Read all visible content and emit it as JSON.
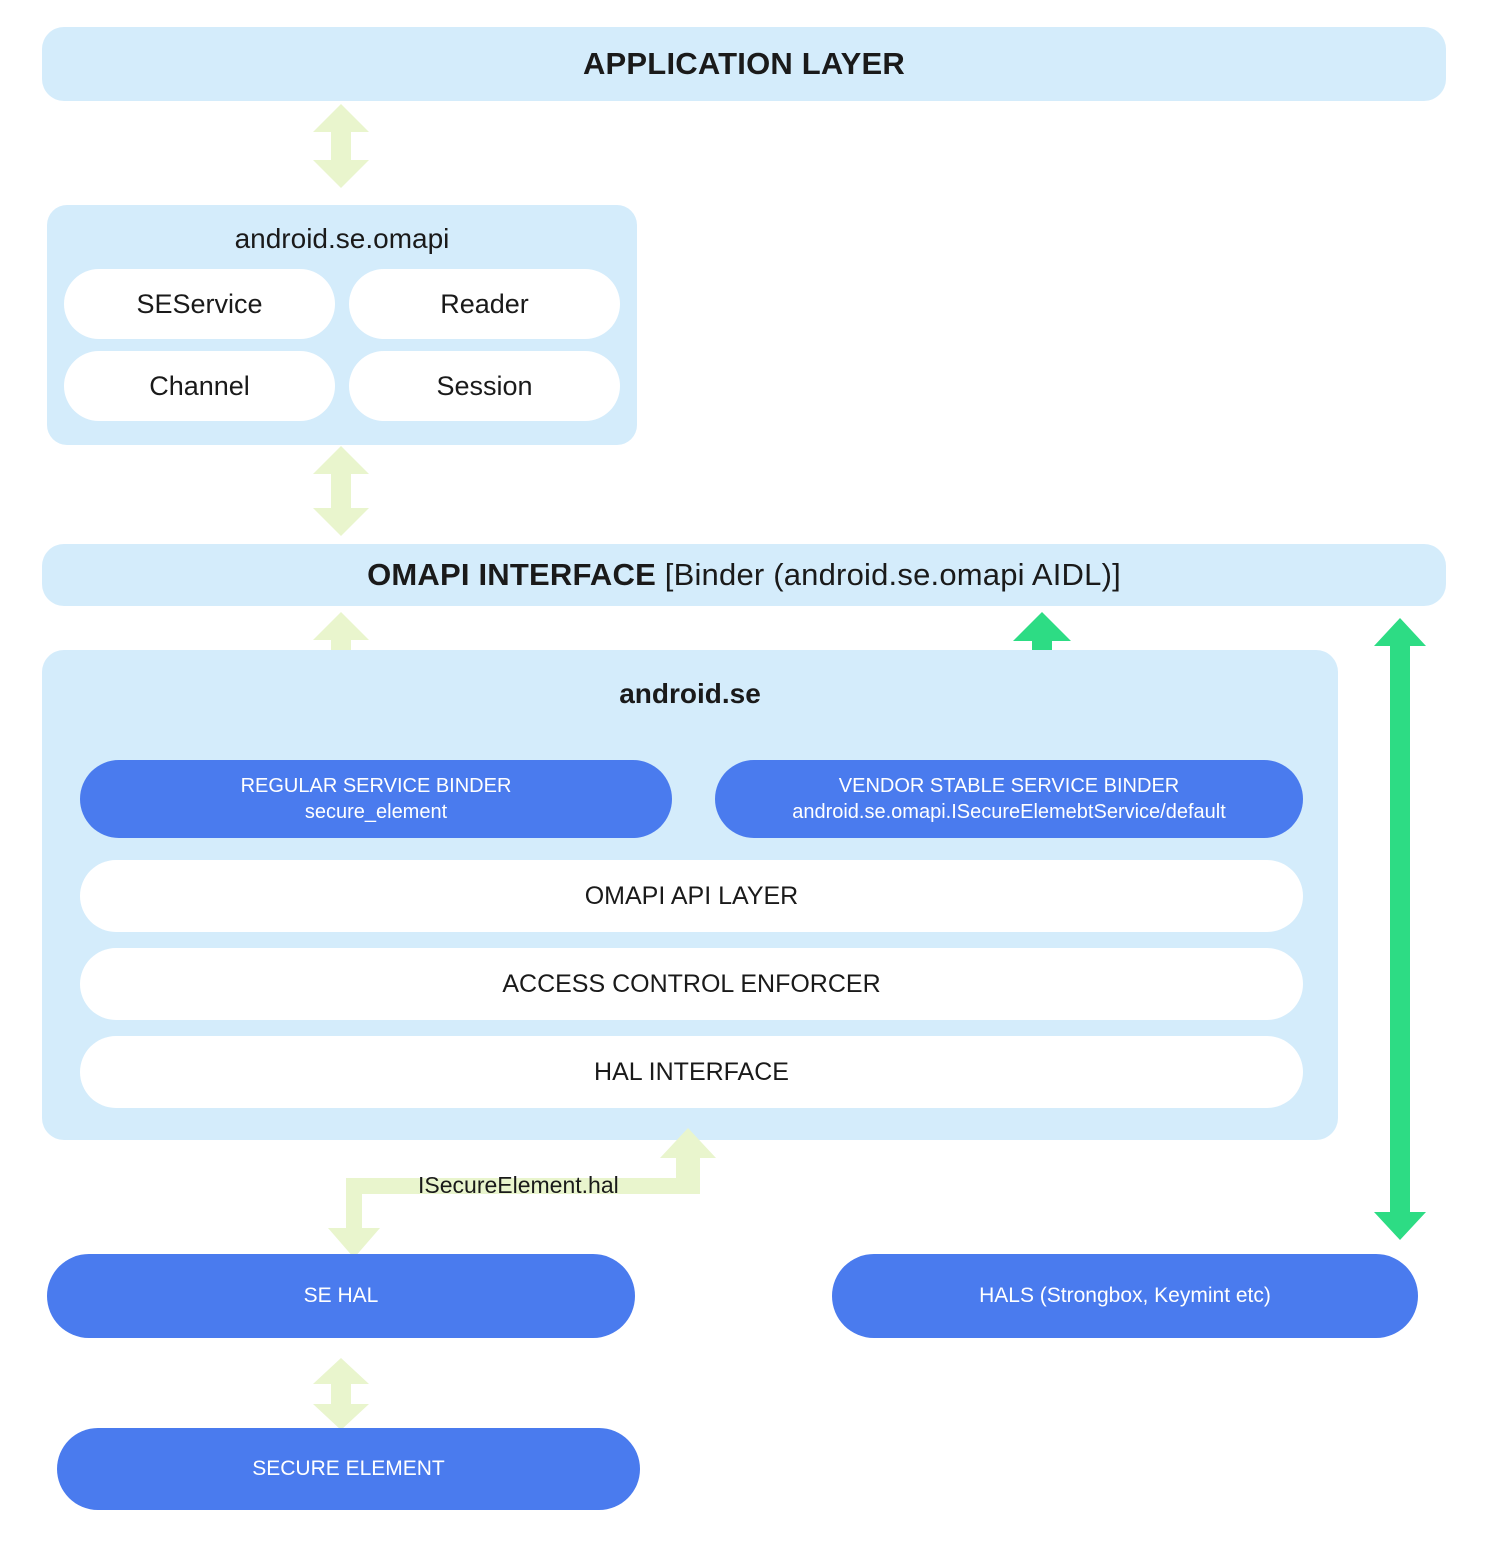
{
  "colors": {
    "light_blue": "#d4ecfb",
    "blue_box": "#4a7bee",
    "pale_green_arrow": "#e9f5cd",
    "green_arrow": "#2ddc84",
    "white": "#ffffff",
    "text": "#1a1a1a"
  },
  "application_layer": {
    "title": "APPLICATION LAYER"
  },
  "omapi_package": {
    "title": "android.se.omapi",
    "classes": [
      {
        "label": "SEService"
      },
      {
        "label": "Reader"
      },
      {
        "label": "Channel"
      },
      {
        "label": "Session"
      }
    ]
  },
  "omapi_interface": {
    "title_bold": "OMAPI INTERFACE",
    "title_regular": " [Binder (android.se.omapi AIDL)]"
  },
  "android_se": {
    "title": "android.se",
    "binders": [
      {
        "name": "REGULAR SERVICE BINDER",
        "detail": "secure_element"
      },
      {
        "name": "VENDOR STABLE SERVICE BINDER",
        "detail": "android.se.omapi.ISecureElemebtService/default"
      }
    ],
    "layers": [
      {
        "label": "OMAPI API LAYER"
      },
      {
        "label": "ACCESS CONTROL ENFORCER"
      },
      {
        "label": "HAL INTERFACE"
      }
    ]
  },
  "connectors": {
    "hal_label": "ISecureElement.hal"
  },
  "hal_boxes": {
    "se_hal": "SE HAL",
    "other_hals": "HALS (Strongbox, Keymint etc)"
  },
  "secure_element": {
    "label": "SECURE ELEMENT"
  }
}
